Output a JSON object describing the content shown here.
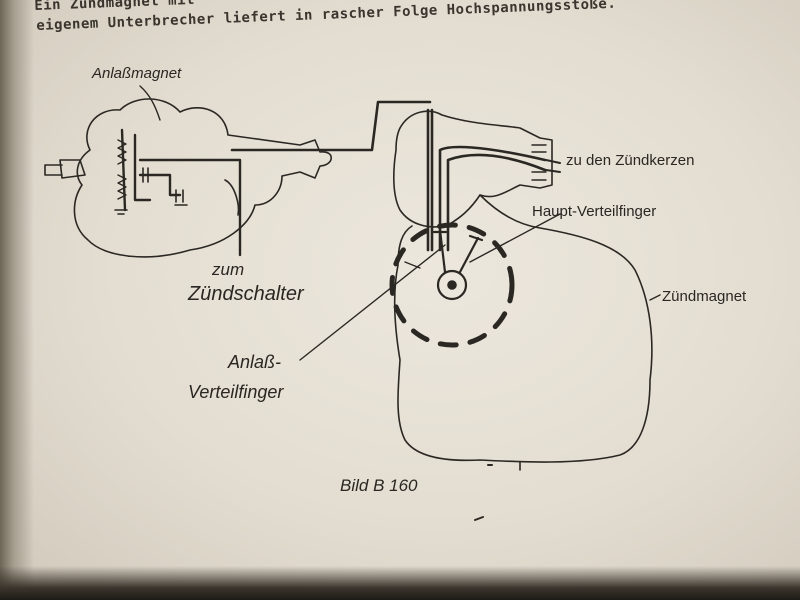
{
  "text": {
    "line1": "Ein                            Zündmagnet mit",
    "line2": "eigenem Unterbrecher liefert in rascher Folge Hochspannungsstöße."
  },
  "labels": {
    "anlassmagnet": "Anlaßmagnet",
    "zum": "zum",
    "zuendschalter": "Zündschalter",
    "zuendkerzen": "zu den Zündkerzen",
    "hauptverteilfinger": "Haupt-Verteilfinger",
    "zuendmagnet": "Zündmagnet",
    "anlass": "Anlaß-",
    "verteilfinger": "Verteilfinger",
    "caption": "Bild B 160"
  }
}
